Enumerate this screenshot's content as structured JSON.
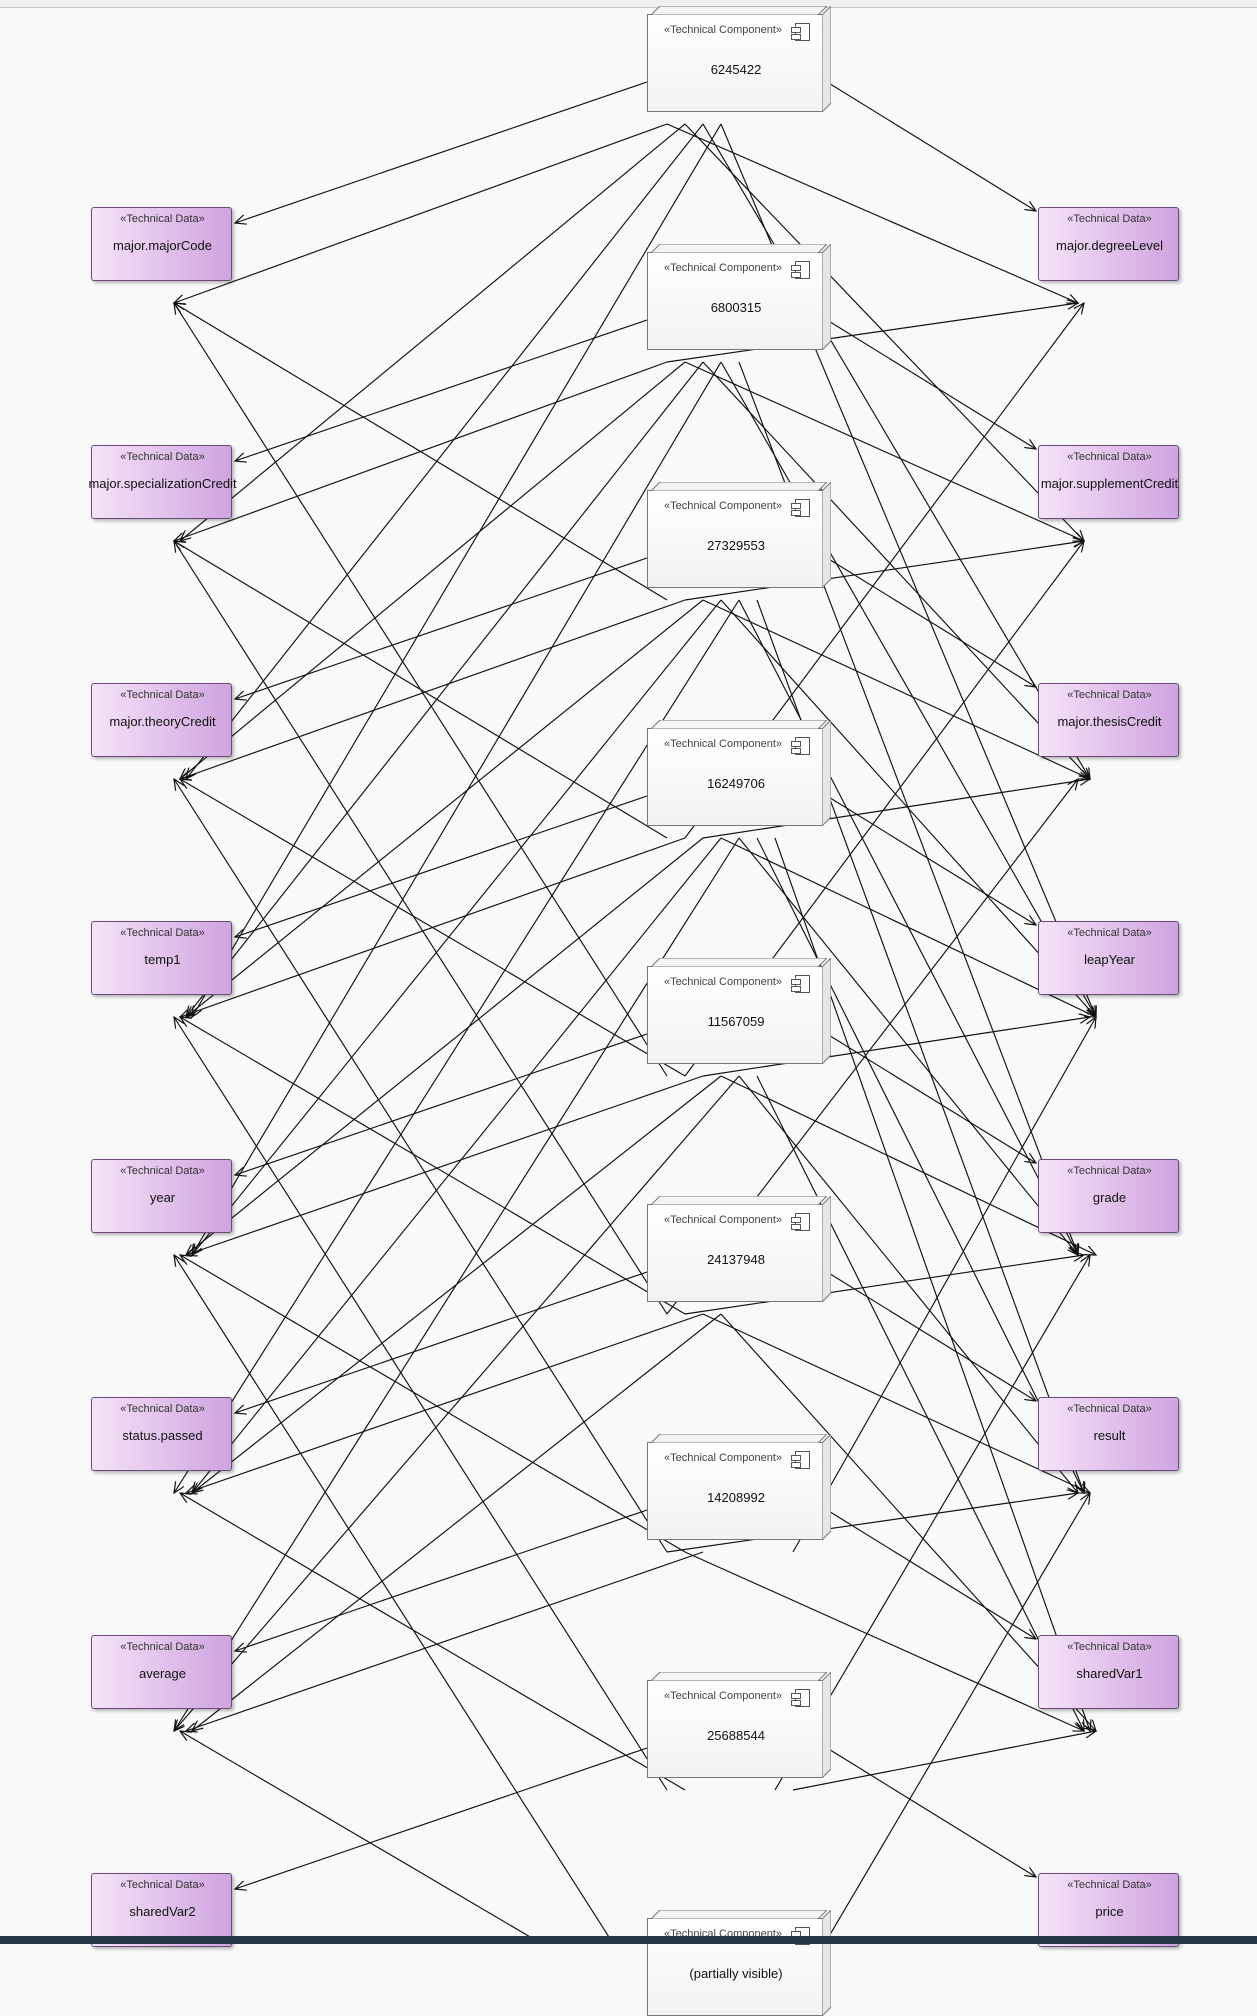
{
  "labels": {
    "component_stereotype": "«Technical Component»",
    "data_stereotype": "«Technical Data»"
  },
  "components": [
    "6245422",
    "6800315",
    "27329553",
    "16249706",
    "11567059",
    "24137948",
    "14208992",
    "25688544",
    "(partially visible)"
  ],
  "left_data": [
    "major.majorCode",
    "major.specializationCredit",
    "major.theoryCredit",
    "temp1",
    "year",
    "status.passed",
    "average",
    "sharedVar2"
  ],
  "right_data": [
    "major.degreeLevel",
    "major.supplementCredit",
    "major.thesisCredit",
    "leapYear",
    "grade",
    "result",
    "sharedVar1",
    "price"
  ],
  "colors": {
    "data_fill_light": "#f6e3f8",
    "data_fill_dark": "#cfa4df",
    "component_fill": "#f5f5f5",
    "edge": "#111111"
  },
  "icon": "component-icon"
}
